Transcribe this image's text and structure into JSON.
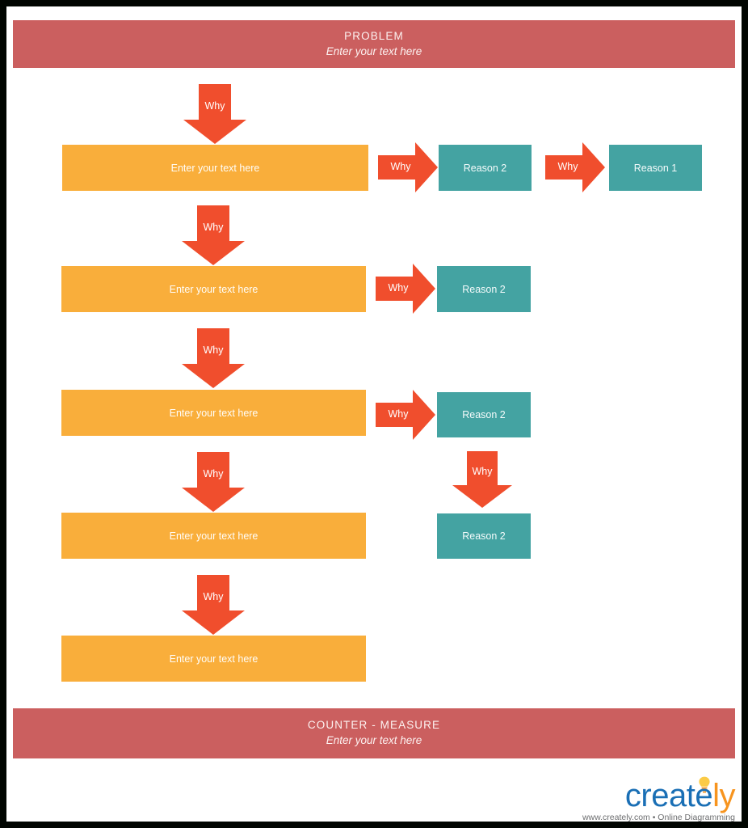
{
  "document": {
    "type": "5 Whys Root Cause Analysis Template",
    "background_color": "#FFFFFF",
    "border_color": "#000500"
  },
  "banners": {
    "top": {
      "title": "PROBLEM",
      "subtitle": "Enter your text here",
      "color": "#CB5F5F"
    },
    "bottom": {
      "title": "COUNTER - MEASURE",
      "subtitle": "Enter your text here",
      "color": "#CB5F5F"
    }
  },
  "colors": {
    "problem_banner": "#CB5F5F",
    "statement_box": "#F9AE3B",
    "reason_box": "#44A3A2",
    "arrow": "#F04E2D"
  },
  "rows": [
    {
      "statement": "Enter your text here",
      "arrow_into_statement": "Why",
      "arrow_to_reason": "Why",
      "reason": "Reason 2",
      "extra_arrow": "Why",
      "extra_reason": "Reason 1"
    },
    {
      "statement": "Enter your text here",
      "arrow_into_statement": "Why",
      "arrow_to_reason": "Why",
      "reason": "Reason 2"
    },
    {
      "statement": "Enter your text here",
      "arrow_into_statement": "Why",
      "arrow_to_reason": "Why",
      "reason": "Reason 2"
    },
    {
      "statement": "Enter your text here",
      "arrow_into_statement": "Why",
      "reason_chain_arrow": "Why",
      "reason": "Reason 2"
    },
    {
      "statement": "Enter your text here",
      "arrow_into_statement": "Why"
    }
  ],
  "logo": {
    "text_part1": "creat",
    "text_part2": "e",
    "text_part3": "ly",
    "tagline": "www.creately.com • Online Diagramming",
    "blue": "#1A6FB5",
    "orange": "#F7941E",
    "bulb_color": "#FBCB46"
  }
}
